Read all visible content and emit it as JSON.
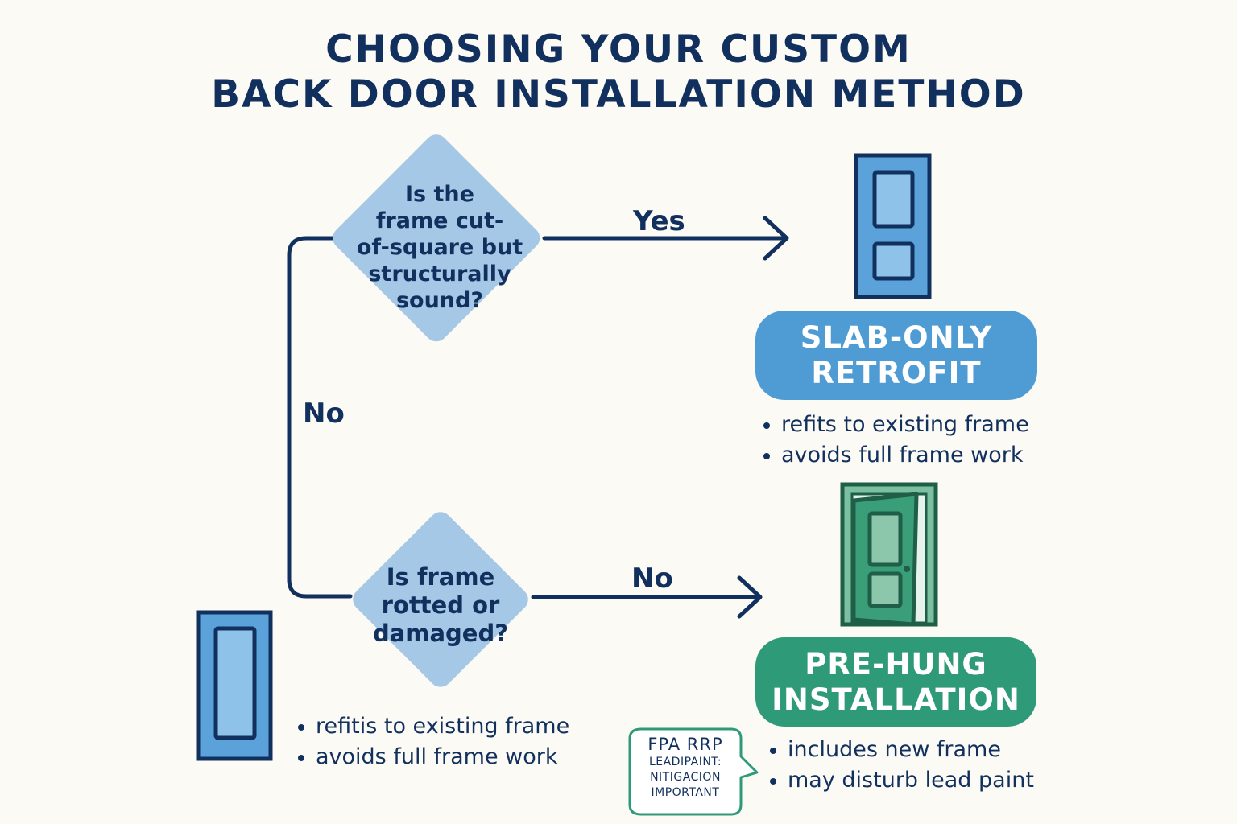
{
  "title": {
    "line1": "CHOOSING YOUR CUSTOM",
    "line2": "BACK DOOR INSTALLATION METHOD"
  },
  "decision1": {
    "lines": [
      "Is the",
      "frame cut-",
      "of-square but",
      "structurally",
      "sound?"
    ],
    "yes_label": "Yes",
    "no_label": "No"
  },
  "decision2": {
    "lines": [
      "Is frame",
      "rotted or",
      "damaged?"
    ],
    "no_label": "No"
  },
  "slab": {
    "lines": [
      "SLAB-ONLY",
      "RETROFIT"
    ],
    "bullets": [
      "refits to existing frame",
      "avoids full frame work"
    ],
    "color": "#4f9bd4"
  },
  "prehung": {
    "lines": [
      "PRE-HUNG",
      "INSTALLATION"
    ],
    "bullets": [
      "includes new frame",
      "may disturb lead paint"
    ],
    "color": "#2f9a77"
  },
  "left_panel": {
    "bullets": [
      "refitis to existing frame",
      "avoids full frame work"
    ]
  },
  "callout": {
    "head": "FPA RRP",
    "lines": [
      "LEADIPAINT:",
      "NITIGACION",
      "IMPORTANT"
    ]
  },
  "icons": {
    "slab_door": "door-icon",
    "prehung_door": "open-door-icon",
    "left_door": "door-icon"
  }
}
